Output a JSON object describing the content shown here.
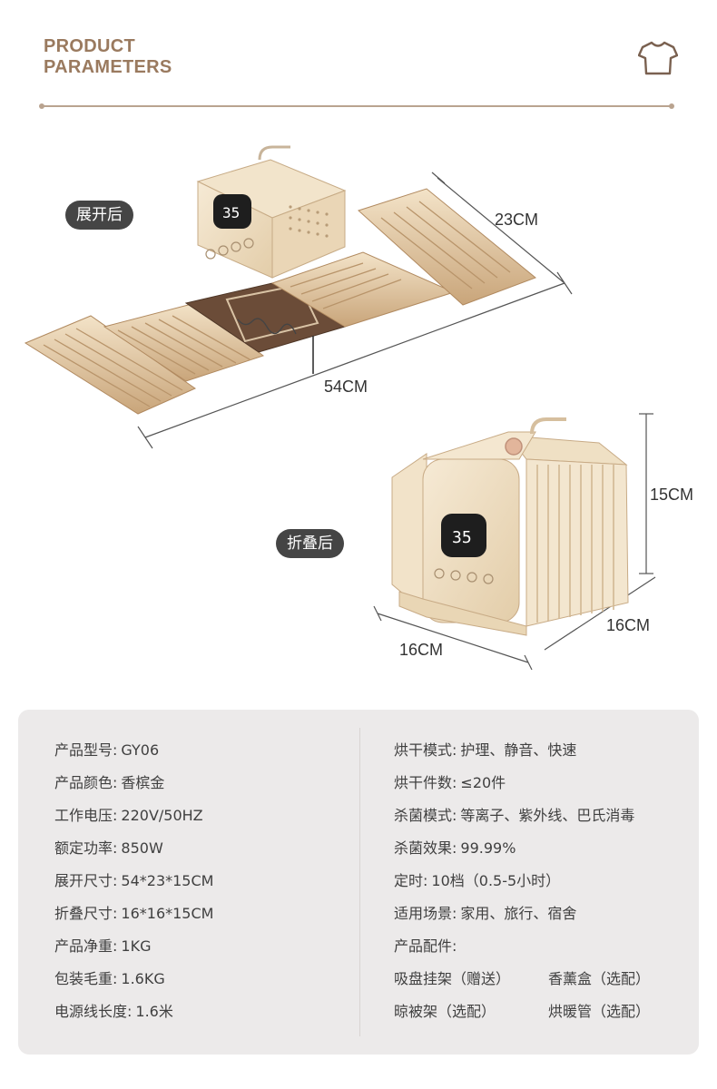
{
  "header": {
    "title_line1": "PRODUCT",
    "title_line2": "PARAMETERS",
    "icon": "tshirt-icon",
    "accent_color": "#9a7a5f"
  },
  "expanded": {
    "label": "展开后",
    "depth": "23CM",
    "length": "54CM"
  },
  "folded": {
    "label": "折叠后",
    "height": "15CM",
    "depth": "16CM",
    "width": "16CM"
  },
  "device_display": "35",
  "specs_left": [
    {
      "label": "产品型号:",
      "value": "GY06"
    },
    {
      "label": "产品颜色:",
      "value": "香槟金"
    },
    {
      "label": "工作电压:",
      "value": "220V/50HZ"
    },
    {
      "label": "额定功率:",
      "value": "850W"
    },
    {
      "label": "展开尺寸:",
      "value": "54*23*15CM"
    },
    {
      "label": "折叠尺寸:",
      "value": "16*16*15CM"
    },
    {
      "label": "产品净重:",
      "value": "1KG"
    },
    {
      "label": "包装毛重:",
      "value": "1.6KG"
    },
    {
      "label": "电源线长度:",
      "value": "1.6米"
    }
  ],
  "specs_right": [
    {
      "label": "烘干模式:",
      "value": "护理、静音、快速"
    },
    {
      "label": "烘干件数:",
      "value": "≤20件"
    },
    {
      "label": "杀菌模式:",
      "value": "等离子、紫外线、巴氏消毒"
    },
    {
      "label": "杀菌效果:",
      "value": "99.99%"
    },
    {
      "label": "定时:",
      "value": "10档（0.5-5小时）"
    },
    {
      "label": "适用场景:",
      "value": "家用、旅行、宿舍"
    },
    {
      "label": "产品配件:",
      "value": ""
    }
  ],
  "accessories": [
    [
      "吸盘挂架（赠送）",
      "香薰盒（选配）"
    ],
    [
      "晾被架（选配）",
      "烘暖管（选配）"
    ]
  ]
}
